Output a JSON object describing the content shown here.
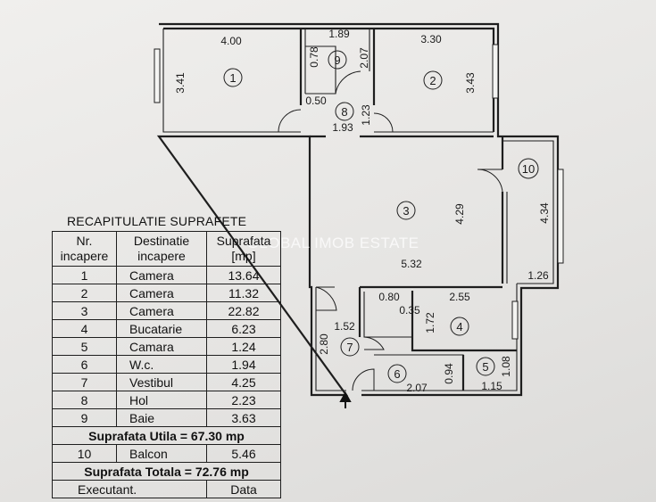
{
  "plan": {
    "rooms": [
      {
        "id": "1",
        "width": "4.00",
        "depth": "3.41"
      },
      {
        "id": "2",
        "width": "3.30",
        "depth": "3.43"
      },
      {
        "id": "3",
        "width": "5.32",
        "depth": "4.29"
      },
      {
        "id": "4",
        "width": "2.55",
        "depth": "1.72"
      },
      {
        "id": "5",
        "width": "1.15",
        "depth": "1.08"
      },
      {
        "id": "6",
        "width": "2.07",
        "depth": "0.94"
      },
      {
        "id": "7",
        "width": "1.52",
        "depth": "2.80"
      },
      {
        "id": "8",
        "width": "1.93",
        "depth": "1.23"
      },
      {
        "id": "9",
        "width": "1.89",
        "depth": "0.78"
      },
      {
        "id": "10",
        "width": "1.26",
        "depth": "4.34"
      }
    ],
    "extra_dims": {
      "d_207": "2.07",
      "d_050": "0.50",
      "d_080": "0.80",
      "d_035": "0.35"
    },
    "watermark": "GLOBAL IMOB ESTATE"
  },
  "table": {
    "title": "RECAPITULATIE SUPRAFETE",
    "headers": {
      "nr": "Nr. incapere",
      "dest": "Destinatie incapere",
      "area": "Suprafata [mp]"
    },
    "rows": [
      {
        "nr": "1",
        "dest": "Camera",
        "area": "13.64"
      },
      {
        "nr": "2",
        "dest": "Camera",
        "area": "11.32"
      },
      {
        "nr": "3",
        "dest": "Camera",
        "area": "22.82"
      },
      {
        "nr": "4",
        "dest": "Bucatarie",
        "area": "6.23"
      },
      {
        "nr": "5",
        "dest": "Camara",
        "area": "1.24"
      },
      {
        "nr": "6",
        "dest": "W.c.",
        "area": "1.94"
      },
      {
        "nr": "7",
        "dest": "Vestibul",
        "area": "4.25"
      },
      {
        "nr": "8",
        "dest": "Hol",
        "area": "2.23"
      },
      {
        "nr": "9",
        "dest": "Baie",
        "area": "3.63"
      }
    ],
    "suprafata_utila": "Suprafata Utila = 67.30 mp",
    "balcon": {
      "nr": "10",
      "dest": "Balcon",
      "area": "5.46"
    },
    "suprafata_totala": "Suprafata Totala = 72.76 mp",
    "executant": "Executant.",
    "data": "Data"
  }
}
